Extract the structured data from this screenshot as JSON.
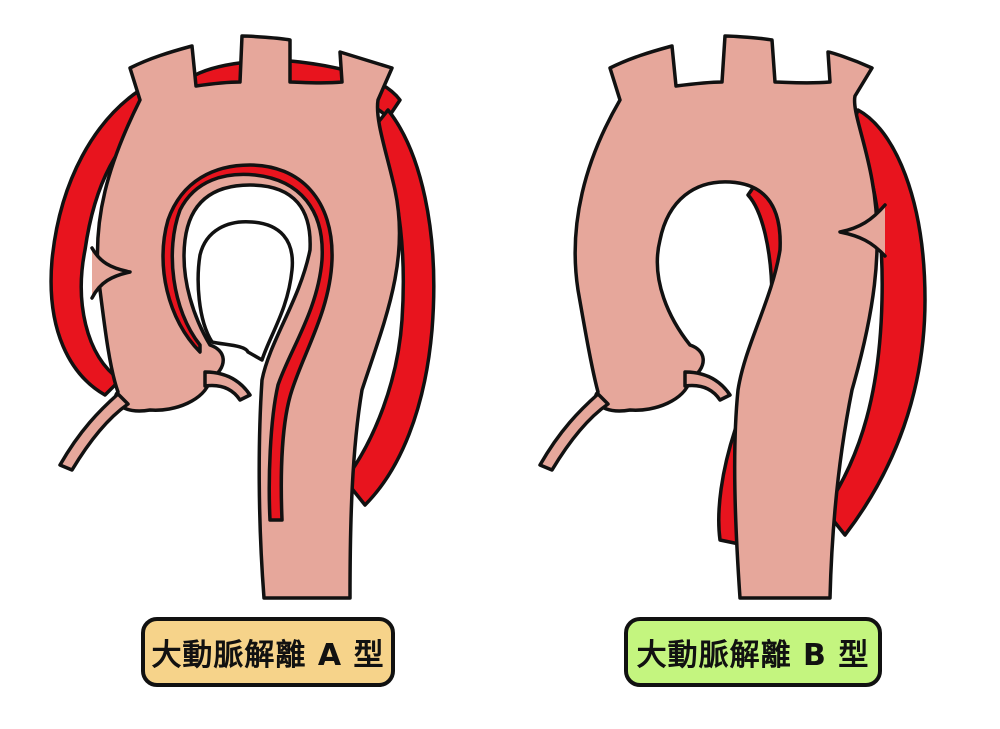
{
  "colors": {
    "vessel": "#e6a79b",
    "false_lumen": "#e8141e",
    "outline": "#111111",
    "label_a_bg": "#f6d38a",
    "label_b_bg": "#c4f57f"
  },
  "panels": [
    {
      "id": "A",
      "label": "大動脈解離 A 型"
    },
    {
      "id": "B",
      "label": "大動脈解離 B 型"
    }
  ]
}
